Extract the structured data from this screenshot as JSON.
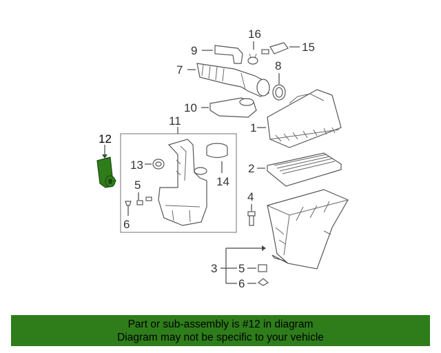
{
  "callouts": {
    "c1": "1",
    "c2": "2",
    "c3": "3",
    "c4": "4",
    "c5a": "5",
    "c5b": "5",
    "c6a": "6",
    "c6b": "6",
    "c7": "7",
    "c8": "8",
    "c9": "9",
    "c10": "10",
    "c11": "11",
    "c12": "12",
    "c13": "13",
    "c14": "14",
    "c15": "15",
    "c16": "16"
  },
  "highlighted_part": "12",
  "colors": {
    "highlight": "#2e7d1a",
    "banner": "#2e7d1a",
    "line": "#555555"
  },
  "banner": {
    "line1": "Part or sub-assembly is #12 in diagram",
    "line2": "Diagram may not be specific to your vehicle"
  }
}
